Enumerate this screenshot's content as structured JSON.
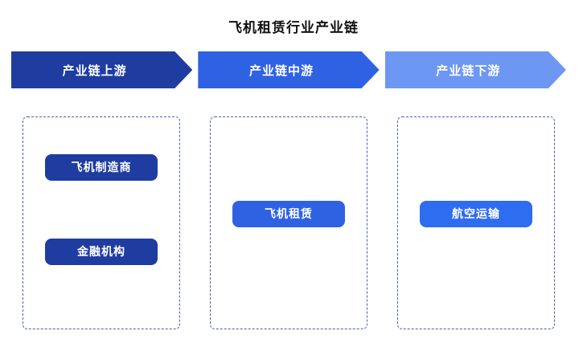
{
  "title": "飞机租赁行业产业链",
  "colors": {
    "upstream": "#1f3da0",
    "midstream": "#2f62e3",
    "downstream": "#6d97f3",
    "node_upstream": "#1f3da0",
    "node_midstream": "#2f62e3",
    "node_downstream": "#2e6cf0",
    "dashed_border": "#4d5ac1"
  },
  "stages": [
    {
      "label": "产业链上游",
      "items": [
        "飞机制造商",
        "金融机构"
      ]
    },
    {
      "label": "产业链中游",
      "items": [
        "飞机租赁"
      ]
    },
    {
      "label": "产业链下游",
      "items": [
        "航空运输"
      ]
    }
  ]
}
